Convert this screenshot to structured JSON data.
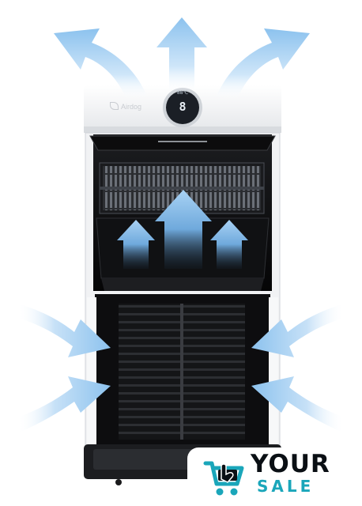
{
  "product": {
    "brand": "Airdog",
    "display_digit": "8",
    "display_indicator": "88℃"
  },
  "watermark": {
    "word_1": "YOUR",
    "word_2": "SALE",
    "icon": "shopping-cart-hand-icon",
    "colors": {
      "word_1": "#0a0f14",
      "word_2": "#1aa6ba"
    }
  },
  "airflow": {
    "arrow_color": "#a9d4f5",
    "intake_arrows": 4,
    "outflow_arrows": 3,
    "internal_arrows": 3
  }
}
